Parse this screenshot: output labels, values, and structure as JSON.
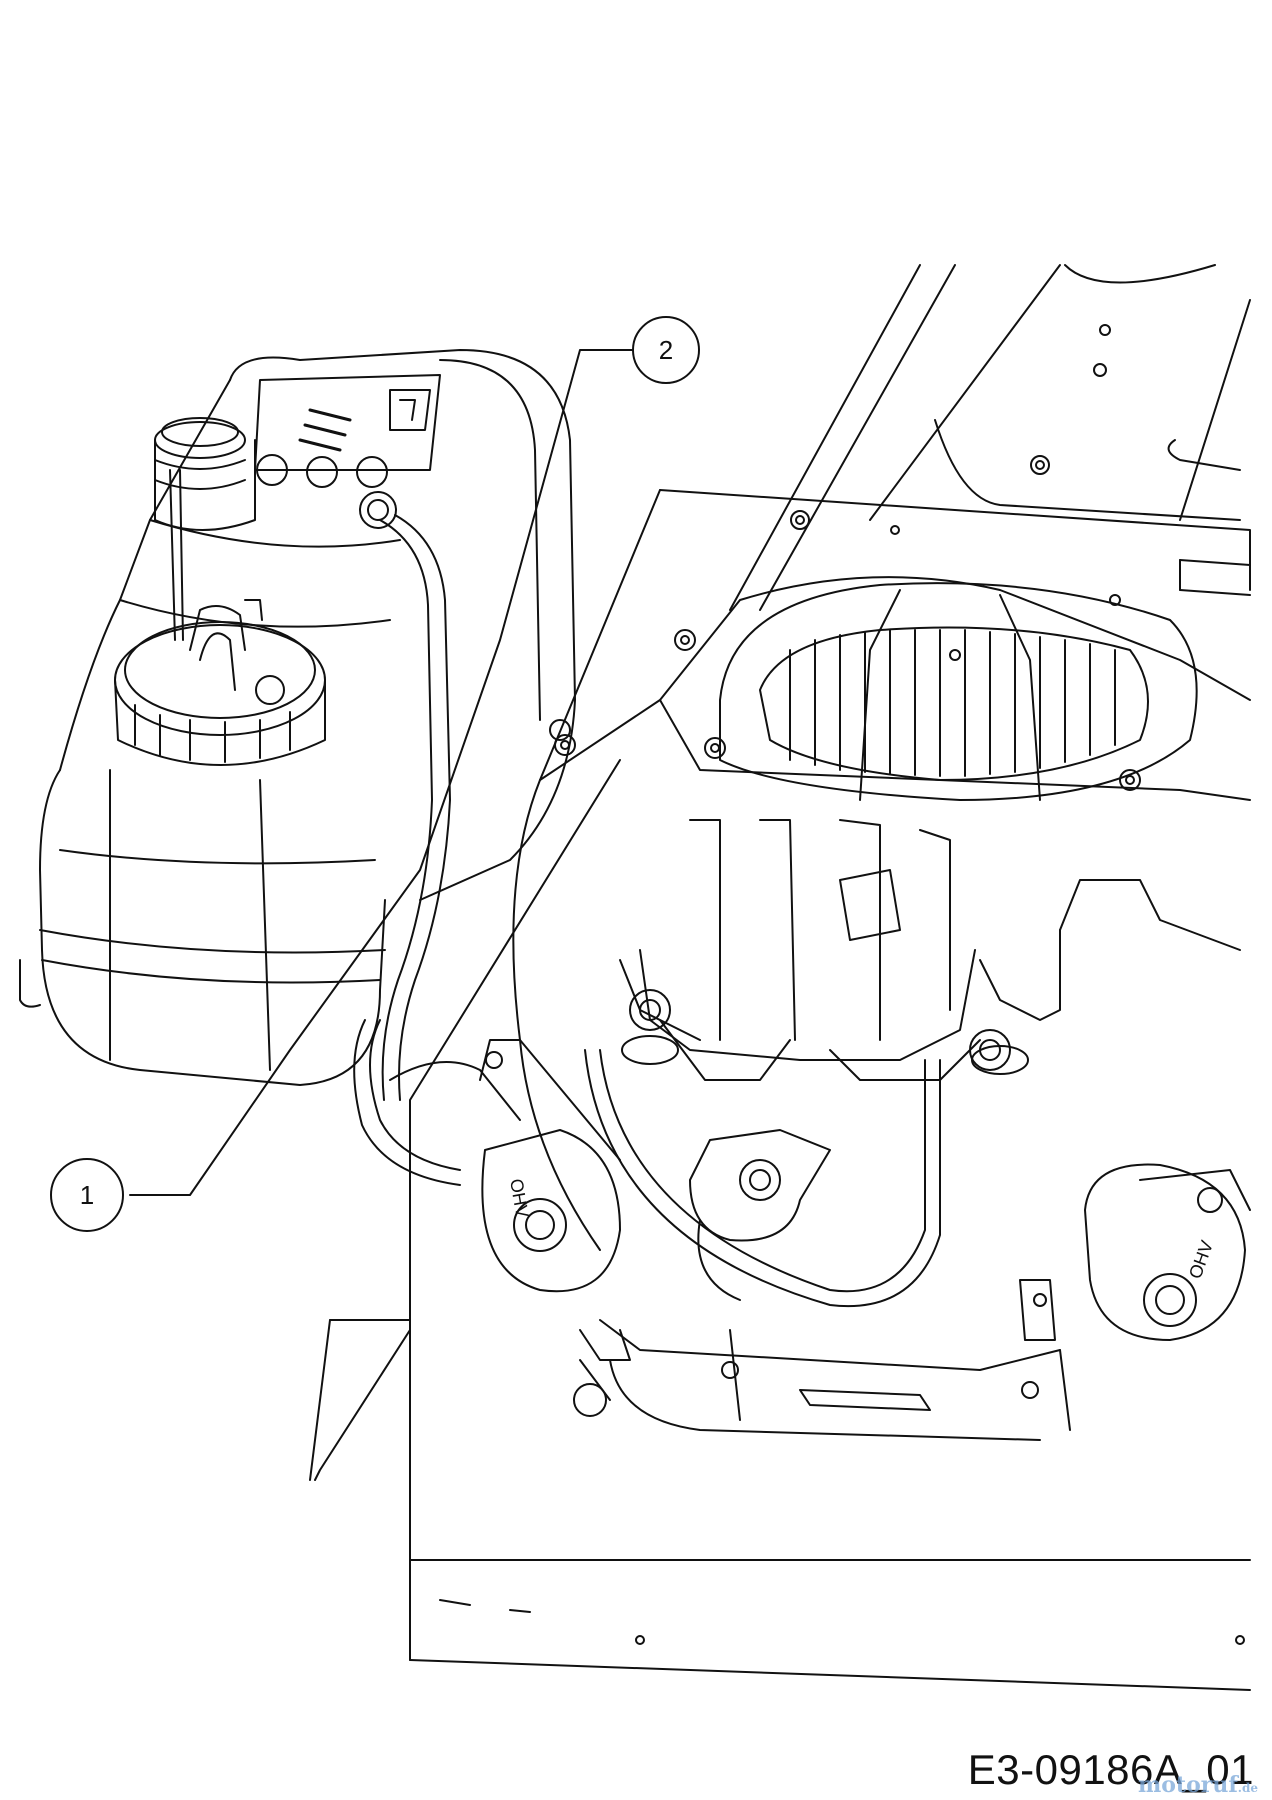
{
  "diagram": {
    "callouts": [
      {
        "id": "1",
        "label": "1",
        "part": "fuel-tank"
      },
      {
        "id": "2",
        "label": "2",
        "part": "fuel-line"
      }
    ],
    "engine_label": "OHV",
    "drawing_code": "E3-09186A_01",
    "watermark": "motoruf",
    "watermark_suffix": ".de"
  }
}
